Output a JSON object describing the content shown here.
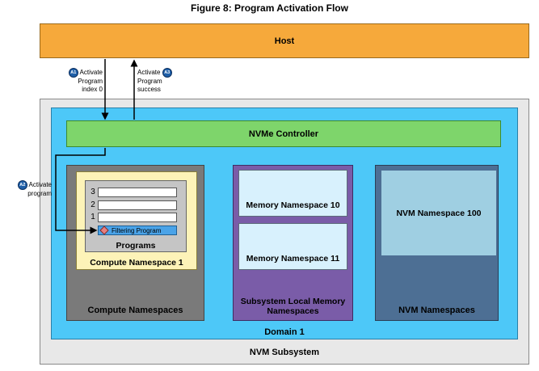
{
  "title": "Figure 8: Program Activation Flow",
  "host": "Host",
  "nvm_subsystem": "NVM Subsystem",
  "domain": "Domain 1",
  "controller": "NVMe Controller",
  "compute_namespaces": "Compute Namespaces",
  "compute_namespace_1": "Compute Namespace 1",
  "programs": "Programs",
  "program_slots": [
    "3",
    "2",
    "1"
  ],
  "filtering_program": "Filtering Program",
  "subsystem_local": "Subsystem Local Memory Namespaces",
  "memory_ns_10": "Memory Namespace 10",
  "memory_ns_11": "Memory Namespace 11",
  "nvm_namespaces": "NVM Namespaces",
  "nvm_ns_100": "NVM Namespace 100",
  "steps": {
    "a1": {
      "badge": "A1",
      "lines": [
        "Activate",
        "Program",
        "index 0"
      ]
    },
    "a2": {
      "badge": "A2",
      "lines": [
        "Activate",
        "program"
      ]
    },
    "a3": {
      "badge": "A3",
      "lines": [
        "Activate",
        "Program",
        "success"
      ]
    }
  }
}
